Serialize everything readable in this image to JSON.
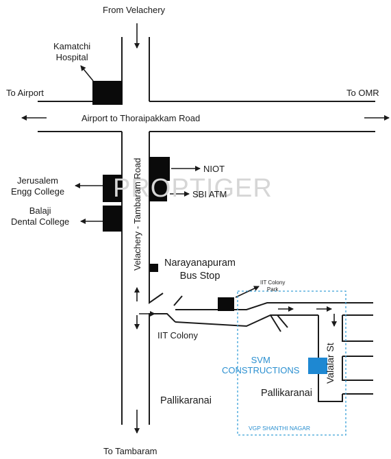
{
  "labels": {
    "from_velachery": "From Velachery",
    "kamatchi_hospital": "Kamatchi\nHospital",
    "to_airport": "To Airport",
    "to_omr": "To OMR",
    "airport_road": "Airport to Thoraipakkam Road",
    "velachery_tambaram_road": "Velachery - Tambaram Road",
    "niot": "NIOT",
    "sbi_atm": "SBI ATM",
    "jerusalem_college": "Jerusalem\nEngg College",
    "balaji_college": "Balaji\nDental College",
    "narayanapuram_bus_stop": "Narayanapuram\nBus Stop",
    "iit_colony_park": "IIT Colony\nPark",
    "iit_colony": "IIT Colony",
    "svm_constructions": "SVM\nCONSTRUCTIONS",
    "valalar_st": "Valalar St",
    "pallikaranai_left": "Pallikaranai",
    "pallikaranai_right": "Pallikaranai",
    "vgp_shanthi_nagar": "VGP SHANTHI NAGAR",
    "to_tambaram": "To Tambaram",
    "watermark": "PROPTIGER"
  },
  "colors": {
    "road": "#1a1a1a",
    "landmark": "#0a0a0a",
    "site": "#1e88d2",
    "site_label": "#2a8fd0",
    "dotted_area": "#3aa0d8",
    "watermark": "#d6d6d6"
  }
}
